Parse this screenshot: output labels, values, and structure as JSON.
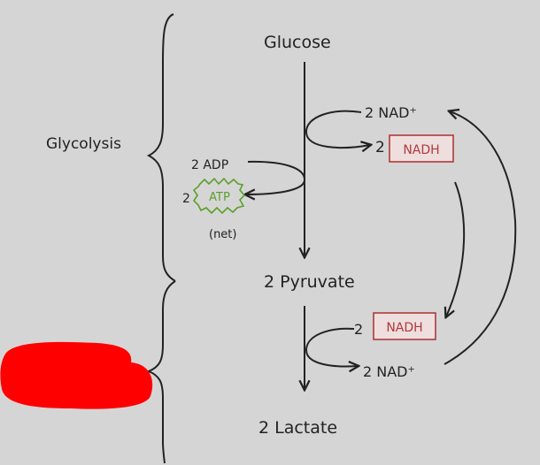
{
  "section_label": "Glycolysis",
  "molecules": {
    "glucose": "Glucose",
    "adp": "2 ADP",
    "atp_coefficient": "2",
    "atp": "ATP",
    "net_note": "(net)",
    "nad_top": "2 NAD⁺",
    "nadh_top_coefficient": "2",
    "nadh_top": "NADH",
    "pyruvate": "2 Pyruvate",
    "nadh_bottom_coefficient": "2",
    "nadh_bottom": "NADH",
    "nad_bottom": "2 NAD⁺",
    "lactate": "2 Lactate"
  },
  "colors": {
    "background": "#d6d5d5",
    "ink": "#222222",
    "atp_green": "#5aa02c",
    "nadh_red": "#b03a3a",
    "nadh_fill": "#efdede",
    "redaction": "#ff0000"
  }
}
